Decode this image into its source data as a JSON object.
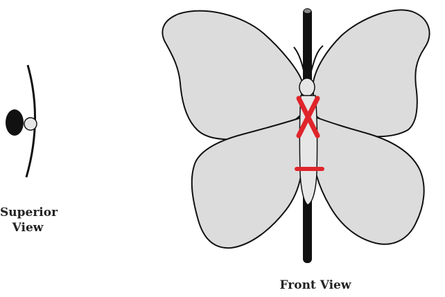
{
  "labels": {
    "superior_view_line1": "Superior",
    "superior_view_line2": "View",
    "front_view": "Front View"
  },
  "colors": {
    "wing_fill": "#dcdcdc",
    "outline": "#111111",
    "marker": "#e0242b",
    "background": "#ffffff"
  }
}
